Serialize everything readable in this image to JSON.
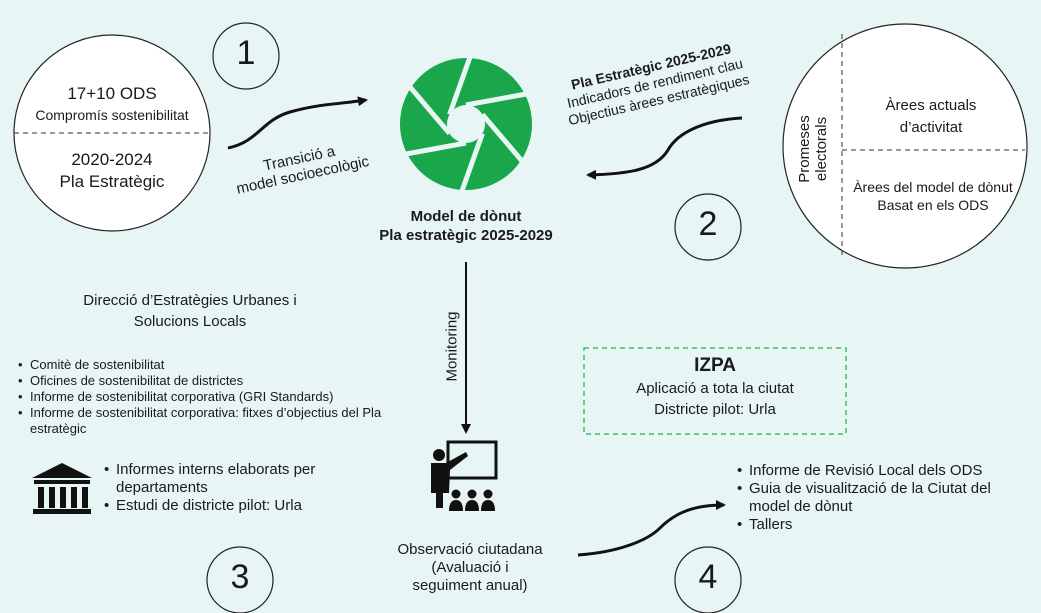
{
  "steps": {
    "one": "1",
    "two": "2",
    "three": "3",
    "four": "4"
  },
  "left_circle": {
    "top_line1": "17+10 ODS",
    "top_line2": "Compromís sostenibilitat",
    "bottom_line1": "2020-2024",
    "bottom_line2": "Pla Estratègic"
  },
  "transition": {
    "line1": "Transició a",
    "line2": "model socioecològic"
  },
  "center": {
    "line1": "Model de dònut",
    "line2": "Pla estratègic 2025-2029"
  },
  "right_text": {
    "line1": "Pla Estratègic 2025-2029",
    "line2": "Indicadors de rendiment clau",
    "line3": "Objectius àrees estratègiques"
  },
  "right_circle": {
    "vertical_line1": "Promeses",
    "vertical_line2": "electorals",
    "top_line1": "Àrees actuals",
    "top_line2": "d’activitat",
    "bottom_line1": "Àrees del model de dònut",
    "bottom_line2": "Basat en els ODS"
  },
  "monitoring": "Monitoring",
  "direction": {
    "line1": "Direcció d’Estratègies Urbanes i",
    "line2": "Solucions Locals"
  },
  "left_list": [
    "Comitè de sostenibilitat",
    "Oficines de sostenibilitat de districtes",
    "Informe de sostenibilitat corporativa (GRI Standards)",
    "Informe de sostenibilitat corporativa: fitxes d’objectius del Pla estratègic"
  ],
  "building_list": [
    "Informes interns elaborats per departaments",
    "Estudi de districte pilot: Urla"
  ],
  "izpa": {
    "title": "IZPA",
    "line1": "Aplicació a tota la ciutat",
    "line2": "Districte pilot: Urla"
  },
  "observation": {
    "line1": "Observació ciutadana",
    "line2": "(Avaluació i",
    "line3": "seguiment anual)"
  },
  "right_list": [
    "Informe de Revisió Local dels ODS",
    "Guia de visualització de la Ciutat del model de dònut",
    "Tallers"
  ],
  "colors": {
    "background": "#e7f5f4",
    "accent_green": "#1aa64a",
    "dashed_box": "#3cbf63"
  }
}
